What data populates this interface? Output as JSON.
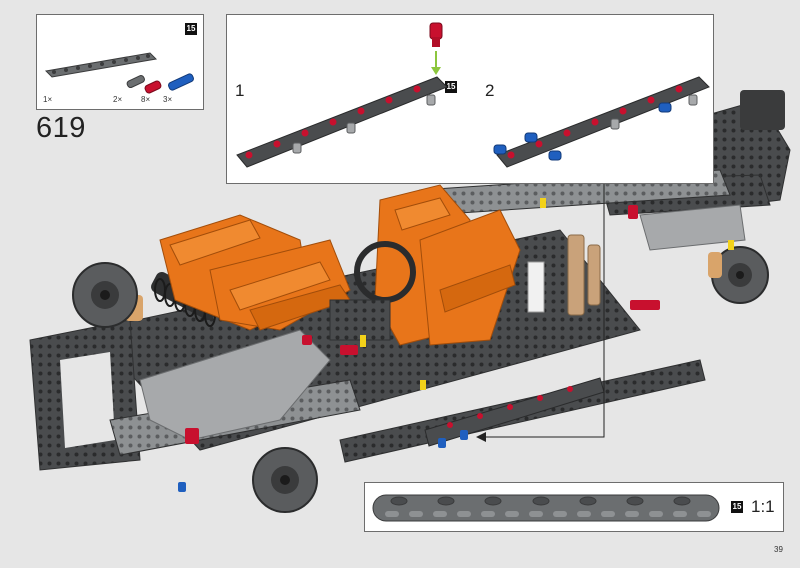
{
  "parts_list": {
    "items": [
      {
        "name": "beam-15",
        "qty": "1×",
        "badge": "15",
        "color": "#6b6e70"
      },
      {
        "name": "axle-pin-grey",
        "qty": "2×",
        "color": "#6b6e70"
      },
      {
        "name": "axle-pin-red",
        "qty": "8×",
        "color": "#c8102e"
      },
      {
        "name": "axle-pin-blue",
        "qty": "3×",
        "color": "#1f5fbf"
      }
    ]
  },
  "step": {
    "number": "619"
  },
  "callout": {
    "substeps": [
      {
        "number": "1",
        "badge": "15"
      },
      {
        "number": "2"
      }
    ]
  },
  "scale_ref": {
    "badge": "15",
    "label": "1:1"
  },
  "page": {
    "number": "39"
  },
  "colors": {
    "background": "#e6e6e6",
    "orange": "#e8751a",
    "dark_grey": "#4a4c4e",
    "light_grey": "#a7a9ab",
    "red": "#c8102e",
    "blue": "#1f5fbf",
    "yellow": "#f3d21a",
    "tan": "#c9a27a"
  }
}
